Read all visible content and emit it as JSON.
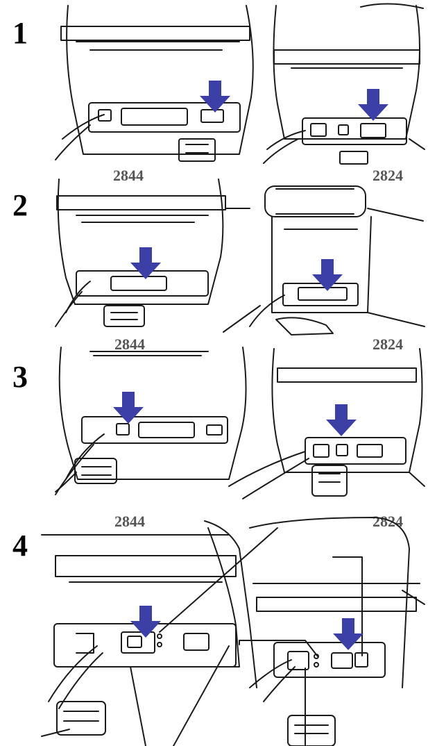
{
  "steps": [
    {
      "number": "1"
    },
    {
      "number": "2",
      "left_model": "2844",
      "right_model": "2824"
    },
    {
      "number": "3",
      "left_model": "2844",
      "right_model": "2824"
    },
    {
      "number": "4",
      "left_model": "2844",
      "right_model": "2824"
    }
  ],
  "colors": {
    "arrow": "#3b3fa6",
    "line": "#1a1a1a",
    "label": "#555555"
  }
}
